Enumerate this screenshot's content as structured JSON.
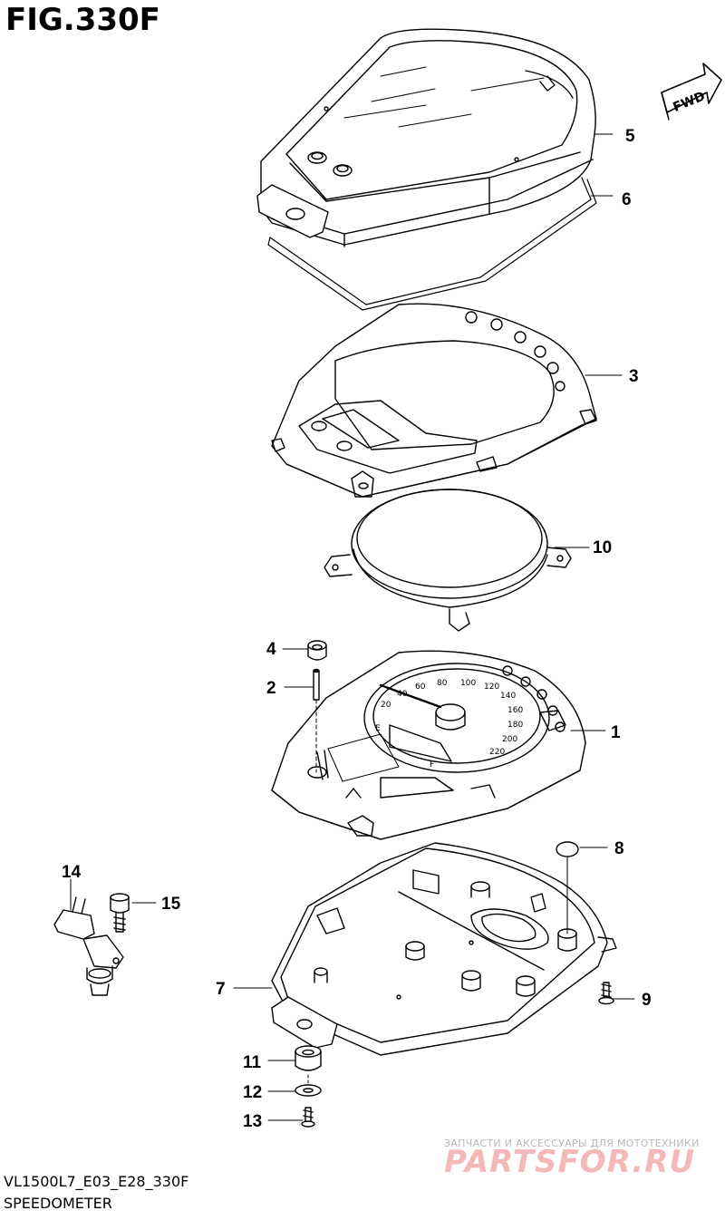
{
  "figure": {
    "title": "FIG.330F",
    "code": "VL1500L7_E03_E28_330F",
    "name": "SPEEDOMETER",
    "fwd_label": "FWD"
  },
  "callouts": [
    "1",
    "2",
    "3",
    "4",
    "5",
    "6",
    "7",
    "8",
    "9",
    "10",
    "11",
    "12",
    "13",
    "14",
    "15"
  ],
  "dial": {
    "speed_marks": [
      "20",
      "40",
      "60",
      "80",
      "100",
      "120",
      "140",
      "160",
      "180",
      "200",
      "220"
    ],
    "fuel_marks": [
      "E",
      "F"
    ]
  },
  "watermark": {
    "tagline": "ЗАПЧАСТИ И АКСЕССУАРЫ ДЛЯ МОТОТЕХНИКИ",
    "logo": "PARTSFOR.RU"
  },
  "colors": {
    "line": "#000000",
    "watermark": "#f4b8b8"
  }
}
